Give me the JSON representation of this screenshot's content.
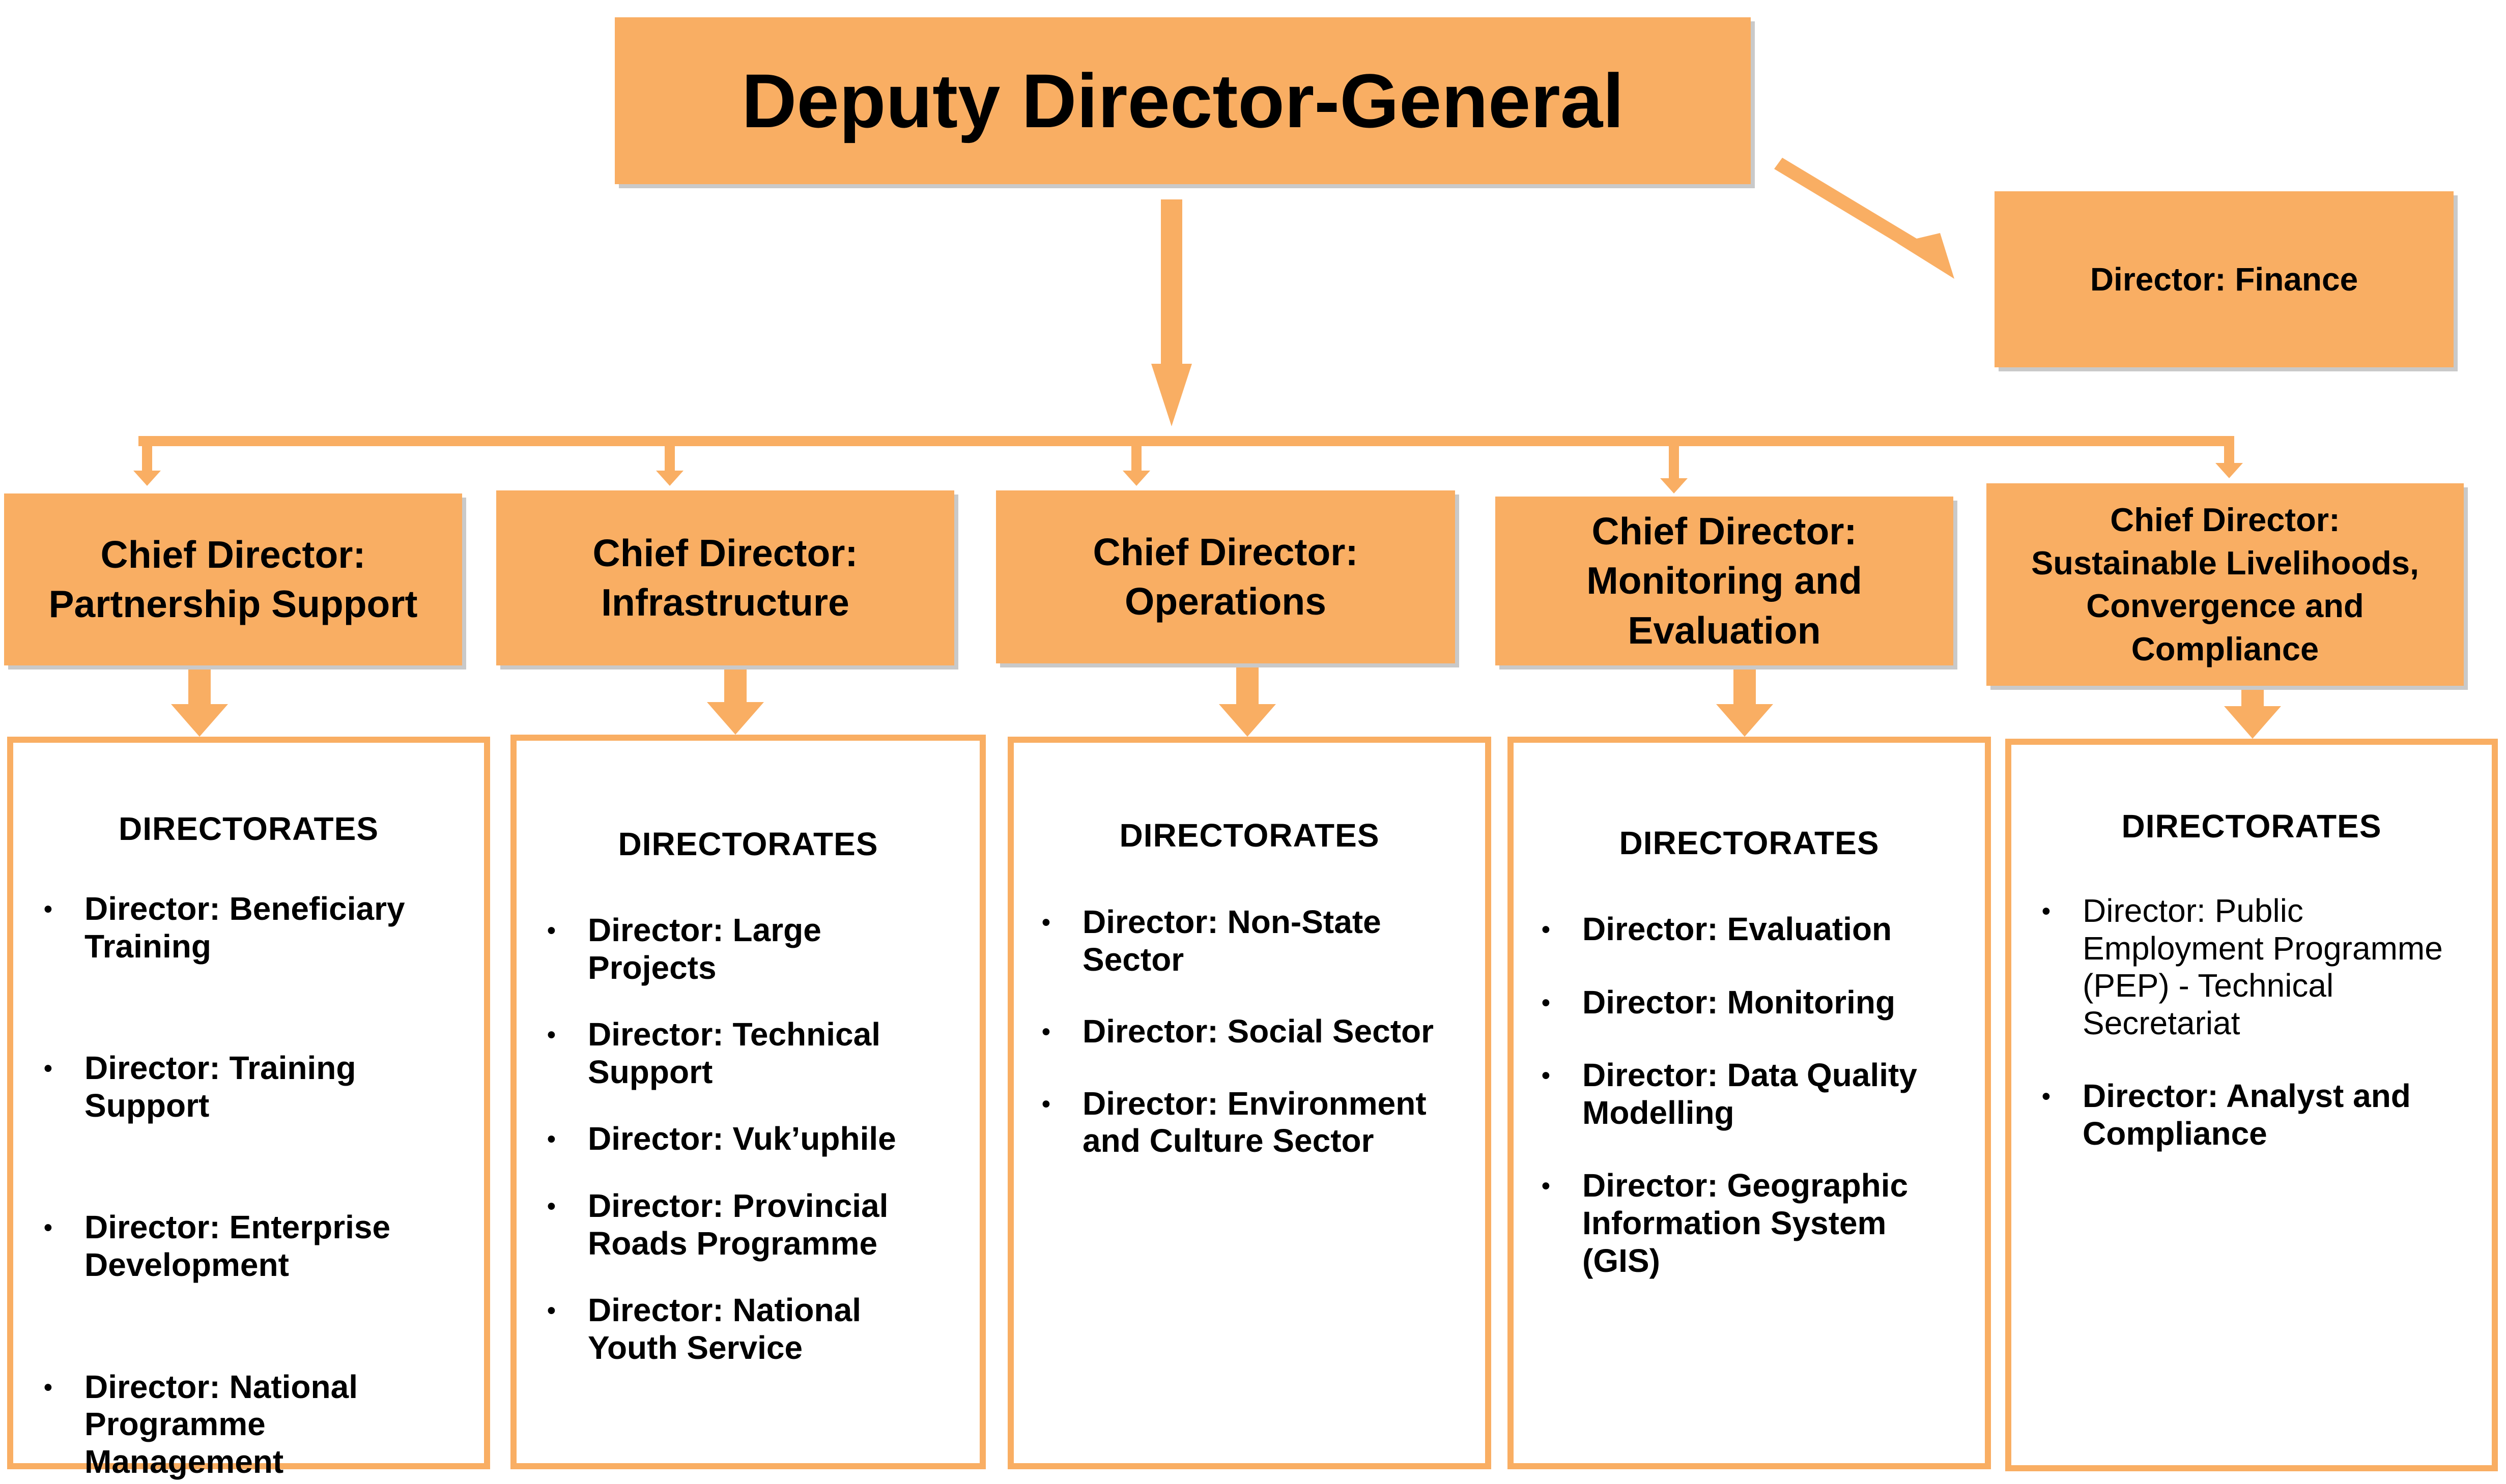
{
  "colors": {
    "box_fill": "#F9AE63",
    "connector": "#F9AE63",
    "text": "#000000",
    "shadow": "#C9C9C9"
  },
  "top": {
    "title": "Deputy Director-General"
  },
  "side_box": {
    "title": "Director: Finance"
  },
  "chief_directorates": [
    {
      "lines": [
        "Chief Director:",
        "Partnership Support"
      ],
      "heading": "DIRECTORATES",
      "directorates": [
        [
          "Director: Beneficiary",
          "Training"
        ],
        [
          "Director: Training",
          "Support"
        ],
        [
          "Director: Enterprise",
          "Development"
        ],
        [
          "Director: National",
          "Programme",
          "Management"
        ]
      ]
    },
    {
      "lines": [
        "Chief Director:",
        "Infrastructure"
      ],
      "heading": "DIRECTORATES",
      "directorates": [
        [
          "Director: Large",
          "Projects"
        ],
        [
          "Director: Technical",
          "Support"
        ],
        [
          "Director: Vuk’uphile"
        ],
        [
          "Director: Provincial",
          "Roads Programme"
        ],
        [
          "Director: National",
          "Youth Service"
        ]
      ]
    },
    {
      "lines": [
        "Chief Director:",
        "Operations"
      ],
      "heading": "DIRECTORATES",
      "directorates": [
        [
          "Director: Non-State",
          "Sector"
        ],
        [
          "Director: Social Sector"
        ],
        [
          "Director:  Environment",
          "and Culture Sector"
        ]
      ]
    },
    {
      "lines": [
        "Chief Director:",
        "Monitoring and",
        "Evaluation"
      ],
      "heading": "DIRECTORATES",
      "directorates": [
        [
          "Director: Evaluation"
        ],
        [
          "Director: Monitoring"
        ],
        [
          "Director: Data Quality",
          "Modelling"
        ],
        [
          "Director: Geographic",
          "Information System",
          "(GIS)"
        ]
      ]
    },
    {
      "lines": [
        "Chief Director:",
        "Sustainable Livelihoods,",
        "Convergence and",
        "Compliance"
      ],
      "heading": "DIRECTORATES",
      "directorates": [
        [
          "Director: Public",
          "Employment Programme",
          "(PEP) -  Technical",
          "Secretariat"
        ],
        [
          "Director: Analyst and",
          "Compliance"
        ]
      ]
    }
  ]
}
